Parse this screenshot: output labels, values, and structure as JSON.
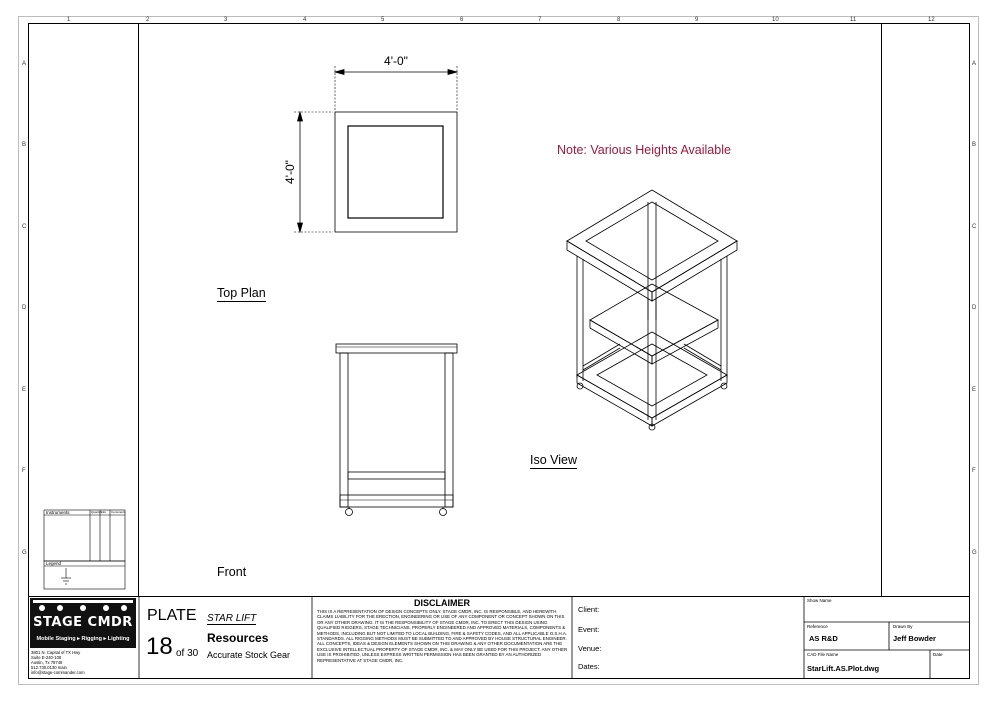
{
  "grid": {
    "columns": [
      "1",
      "2",
      "3",
      "4",
      "5",
      "6",
      "7",
      "8",
      "9",
      "10",
      "11",
      "12"
    ],
    "rows": [
      "A",
      "B",
      "C",
      "D",
      "E",
      "F",
      "G"
    ]
  },
  "drawing": {
    "dimension_width": "4'-0\"",
    "dimension_depth": "4'-0\"",
    "note": "Note: Various Heights Available",
    "views": {
      "top_plan": "Top Plan",
      "front": "Front",
      "iso": "Iso View"
    }
  },
  "legend_panel": {
    "instruments_header": "Instruments",
    "col_a": "Quantity",
    "col_b": "Info",
    "col_c": "Comments",
    "legend_header": "Legend"
  },
  "title_block": {
    "logo": {
      "name": "STAGE CMDR",
      "tagline": "Mobile Staging ▸ Rigging ▸ Lighting",
      "address_lines": [
        "3801 N. Capital of TX Hwy",
        "Suite E-240-108",
        "Austin, Tx  78746",
        "512.730.0130 main",
        "info@stage-commander.com"
      ]
    },
    "plate_label": "PLATE",
    "plate_name": "STAR LIFT",
    "plate_number": "18",
    "plate_of": "of 30",
    "resources_label": "Resources",
    "resources_sub": "Accurate Stock Gear",
    "disclaimer_title": "DISCLAIMER",
    "disclaimer_text": "THIS IS A REPRESENTATION OF DESIGN CONCEPTS ONLY. STAGE CMDR, INC. IS RESPONSIBLE, AND HEREWITH CLAIMS LIABILITY FOR THE ERECTION, ENGINEERING OR USE OF ANY COMPONENT OR CONCEPT SHOWN ON THIS OR ANY OTHER DRAWING. IT IS THE RESPONSIBILITY OF STAGE CMDR, INC. TO ERECT THIS DESIGN USING QUALIFIED RIGGERS, STAGE TECHNICIANS, PROPERLY ENGINEERED AND APPROVED MATERIALS, COMPONENTS & METHODS, INCLUDING BUT NOT LIMITED TO LOCAL BUILDING, FIRE & SAFETY CODES, AND ALL APPLICABLE O.S.H.A. STANDARDS. ALL RIGGING METHODS MUST BE SUBMITTED TO AND APPROVED BY HOUSE STRUCTURAL ENGINEER. ALL CONCEPTS, IDEAS & DESIGN ELEMENTS SHOWN ON THIS DRAWING & ANY OTHER DOCUMENTATION ARE THE EXCLUSIVE INTELLECTUAL PROPERTY OF STAGE CMDR, INC. & MAY ONLY BE USED FOR THIS PROJECT. ANY OTHER USE IS PROHIBITED, UNLESS EXPRESS WRITTEN PERMISSION HAS BEEN GRANTED BY AN AUTHORIZED REPRESENTATIVE AT STAGE CMDR, INC.",
    "client_label": "Client:",
    "event_label": "Event:",
    "venue_label": "Venue:",
    "dates_label": "Dates:",
    "show_name_label": "Show Name",
    "reference_label": "Reference",
    "reference_value": "AS R&D",
    "drawn_by_label": "Drawn By",
    "drawn_by_value": "Jeff Bowder",
    "cad_label": "CAD File Name",
    "cad_value": "StarLift.AS.Plot.dwg",
    "date_label": "Date"
  }
}
